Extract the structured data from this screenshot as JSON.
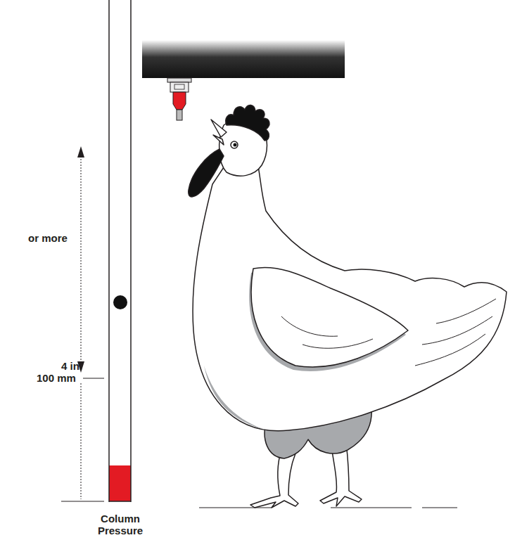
{
  "diagram": {
    "labels": [
      "or more",
      "4 in.",
      "100 mm",
      "Column Pressure"
    ]
  }
}
